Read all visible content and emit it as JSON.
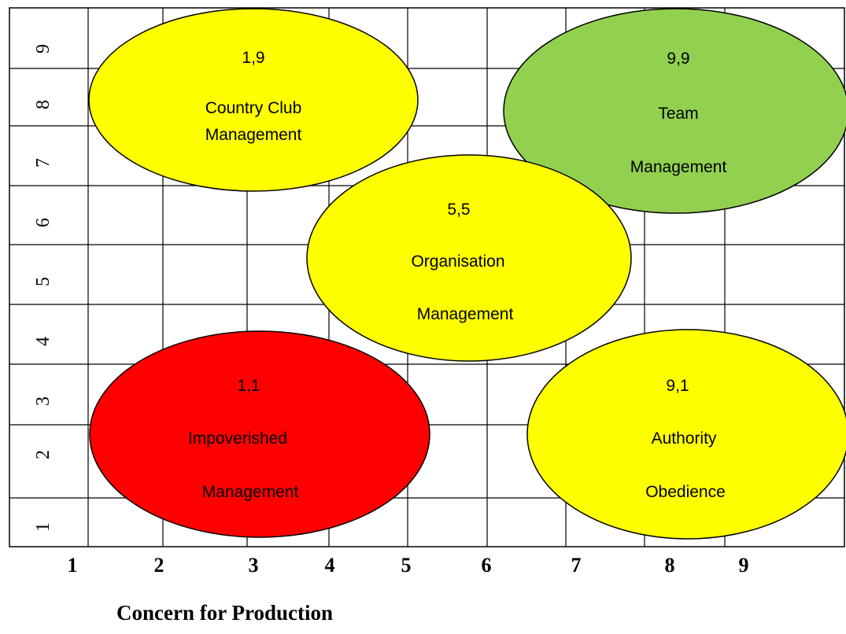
{
  "diagram": {
    "x_ticks": [
      "1",
      "2",
      "3",
      "4",
      "5",
      "6",
      "7",
      "8",
      "9"
    ],
    "y_ticks": [
      "1",
      "2",
      "3",
      "4",
      "5",
      "6",
      "7",
      "8",
      "9"
    ],
    "x_axis_label": "Concern for Production",
    "styles": [
      {
        "id": "country-club",
        "coords": "1,9",
        "lines": [
          "Country Club",
          "Management"
        ],
        "fill": "#ffff00"
      },
      {
        "id": "team",
        "coords": "9,9",
        "lines": [
          "Team",
          "Management"
        ],
        "fill": "#92d050"
      },
      {
        "id": "organisation",
        "coords": "5,5",
        "lines": [
          "Organisation",
          "Management"
        ],
        "fill": "#ffff00"
      },
      {
        "id": "impoverished",
        "coords": "1,1",
        "lines": [
          "Impoverished",
          "Management"
        ],
        "fill": "#ff0000"
      },
      {
        "id": "authority",
        "coords": "9,1",
        "lines": [
          "Authority",
          "Obedience"
        ],
        "fill": "#ffff00"
      }
    ],
    "grid_color": "#000000"
  }
}
